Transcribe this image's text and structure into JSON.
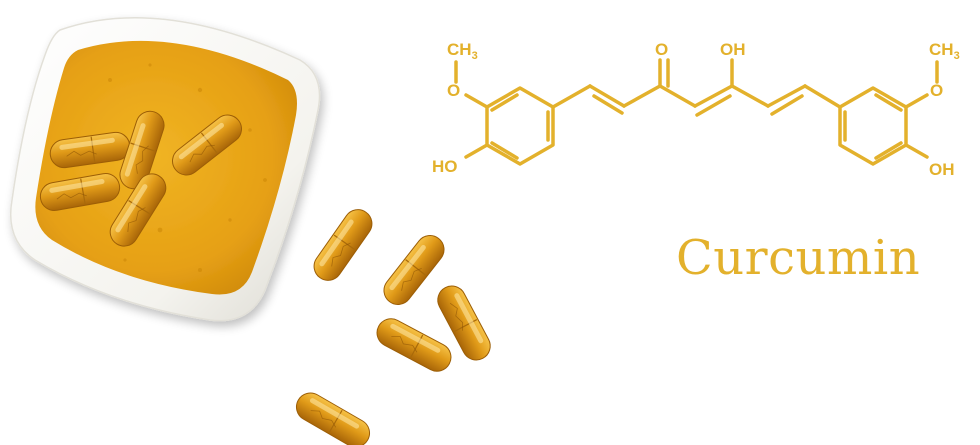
{
  "product": {
    "name": "Curcumin"
  },
  "molecule": {
    "labels": {
      "methyl_left": "CH",
      "methyl_right": "CH",
      "methyl_subscript": "3",
      "oxygen_left": "O",
      "oxygen_right": "O",
      "ketone": "O",
      "enol": "OH",
      "hydroxyl_left": "HO",
      "hydroxyl_right": "OH"
    }
  },
  "colors": {
    "molecule_line": "#e3b12c",
    "title": "#e3b12c",
    "turmeric_powder": "#e8a315",
    "capsule_shell": "#d58e12",
    "bowl": "#fbfbf8",
    "background": "#ffffff"
  },
  "icons": {
    "bowl": "turmeric-powder-bowl",
    "capsule": "turmeric-capsule",
    "structure": "curcumin-molecule-diagram"
  }
}
